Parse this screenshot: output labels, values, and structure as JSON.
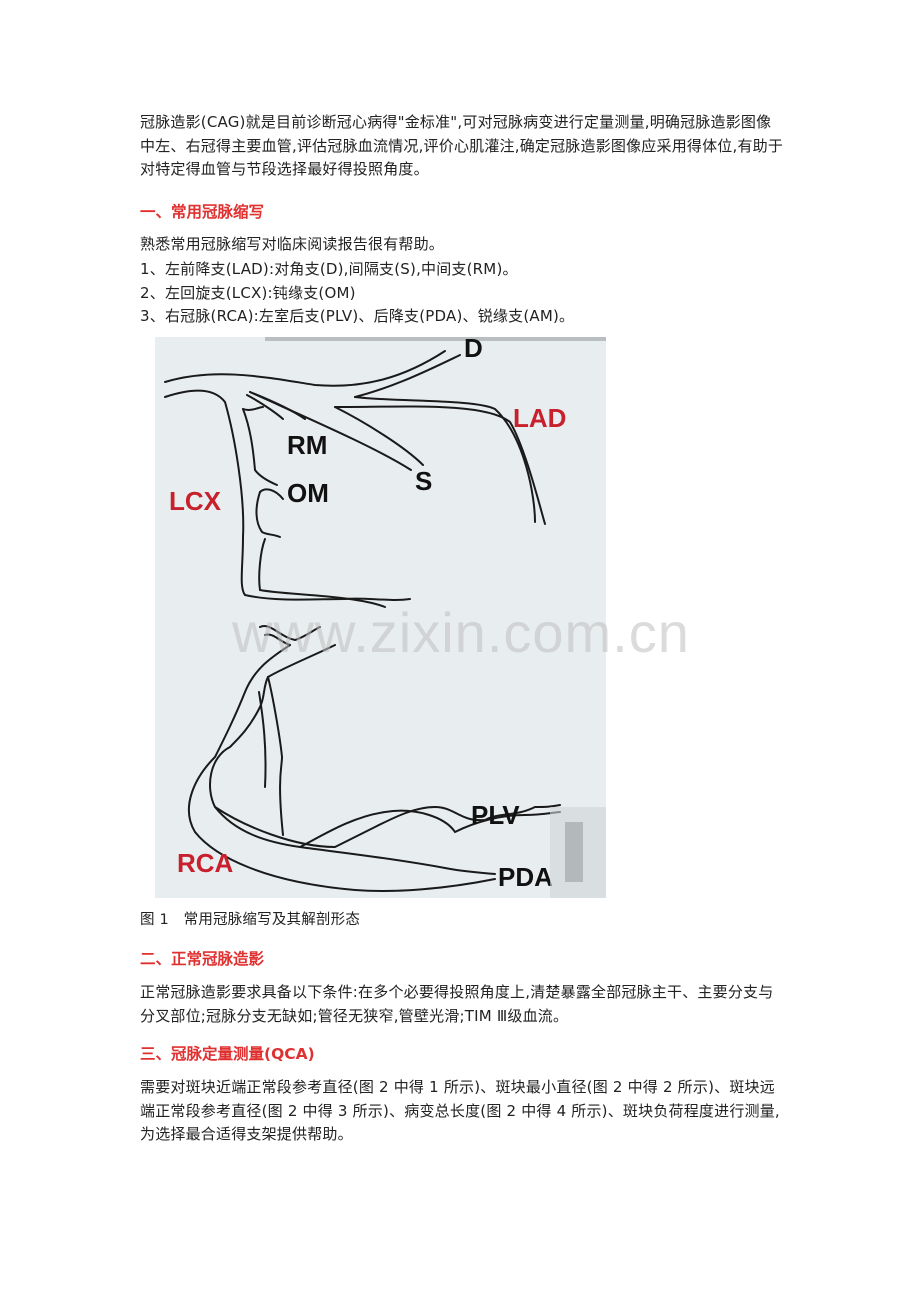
{
  "intro": {
    "text": "冠脉造影(CAG)就是目前诊断冠心病得\"金标准\",可对冠脉病变进行定量测量,明确冠脉造影图像中左、右冠得主要血管,评估冠脉血流情况,评价心肌灌注,确定冠脉造影图像应采用得体位,有助于对特定得血管与节段选择最好得投照角度。"
  },
  "section1": {
    "heading": "一、常用冠脉缩写",
    "lead": "熟悉常用冠脉缩写对临床阅读报告很有帮助。",
    "items": [
      "1、左前降支(LAD):对角支(D),间隔支(S),中间支(RM)。",
      "2、左回旋支(LCX):钝缘支(OM)",
      "3、右冠脉(RCA):左室后支(PLV)、后降支(PDA)、锐缘支(AM)。"
    ]
  },
  "figure1": {
    "labels": {
      "D": "D",
      "LAD": "LAD",
      "RM": "RM",
      "S": "S",
      "LCX": "LCX",
      "OM": "OM",
      "PLV": "PLV",
      "RCA": "RCA",
      "PDA": "PDA"
    },
    "colors": {
      "red_label": "#c8202c",
      "black_label": "#111111",
      "background": "#e8eef0"
    },
    "caption": "图 1　常用冠脉缩写及其解剖形态"
  },
  "section2": {
    "heading": "二、正常冠脉造影",
    "text": "正常冠脉造影要求具备以下条件:在多个必要得投照角度上,清楚暴露全部冠脉主干、主要分支与分叉部位;冠脉分支无缺如;管径无狭窄,管壁光滑;TIM Ⅲ级血流。"
  },
  "section3": {
    "heading": "三、冠脉定量测量(QCA)",
    "text": "需要对斑块近端正常段参考直径(图 2 中得 1 所示)、斑块最小直径(图 2 中得 2 所示)、斑块远端正常段参考直径(图 2 中得 3 所示)、病变总长度(图 2 中得 4 所示)、斑块负荷程度进行测量,为选择最合适得支架提供帮助。"
  },
  "watermark": "www.zixin.com.cn",
  "theme": {
    "heading_color": "#e03131",
    "text_color": "#222222"
  }
}
